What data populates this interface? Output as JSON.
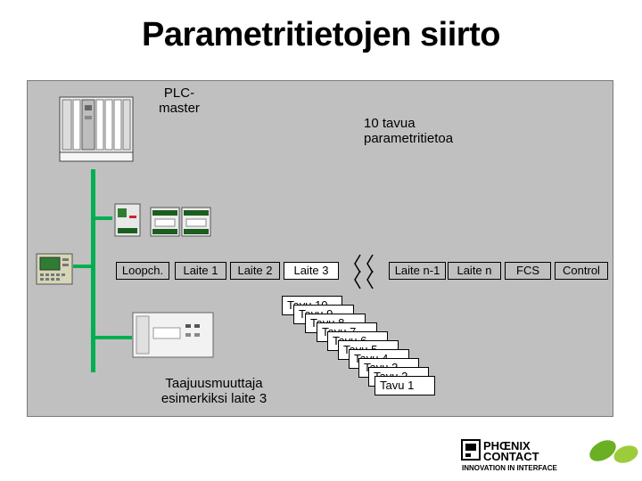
{
  "title": "Parametritietojen siirto",
  "labels": {
    "plc_master": "PLC-\nmaster",
    "bytes_note": "10  tavua\nparametritietoa",
    "inverter_caption": "Taajuusmuuttaja\nesimerkiksi laite 3"
  },
  "bus_boxes": [
    {
      "label": "Loopch."
    },
    {
      "label": "Laite 1"
    },
    {
      "label": "Laite 2"
    },
    {
      "label": "Laite 3"
    },
    {
      "label": "Laite n-1"
    },
    {
      "label": "Laite n"
    },
    {
      "label": "FCS"
    },
    {
      "label": "Control"
    }
  ],
  "byte_stack": [
    {
      "label": "Tavu 10"
    },
    {
      "label": "Tavu 9"
    },
    {
      "label": "Tavu 8"
    },
    {
      "label": "Tavu 7"
    },
    {
      "label": "Tavu 6"
    },
    {
      "label": "Tavu 5"
    },
    {
      "label": "Tavu 4"
    },
    {
      "label": "Tavu 3"
    },
    {
      "label": "Tavu 2"
    },
    {
      "label": "Tavu 1"
    }
  ],
  "logo": {
    "line1": "PHŒNIX",
    "line2": "CONTACT",
    "tagline": "INNOVATION IN INTERFACE"
  },
  "colors": {
    "bus": "#00b050",
    "panel": "#c0c0c0",
    "logo_green": "#6ab023"
  }
}
